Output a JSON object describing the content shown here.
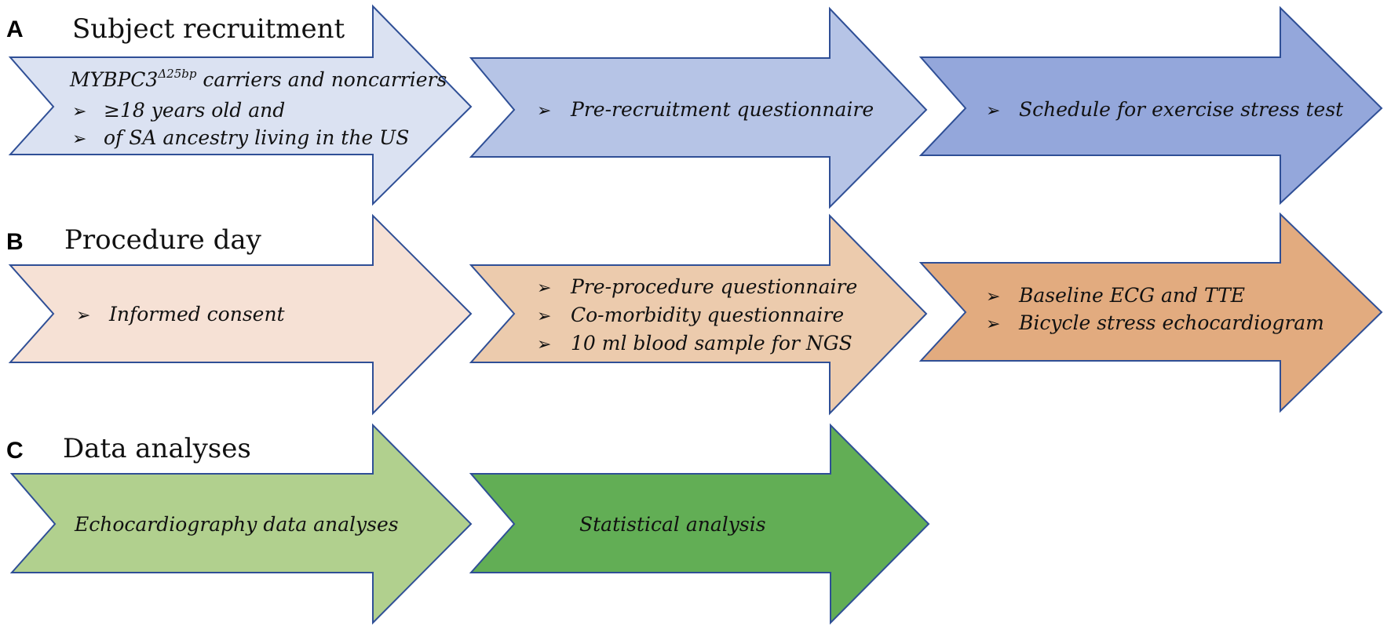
{
  "sections": [
    {
      "letter": "A",
      "title": "Subject recruitment",
      "arrows": [
        {
          "fill": "#dbe2f2",
          "heading": {
            "base": "MYBPC3",
            "sup": "Δ25bp",
            "rest": " carriers and noncarriers"
          },
          "bullets": [
            "≥18 years old and",
            "of SA ancestry living in the US"
          ]
        },
        {
          "fill": "#b6c4e6",
          "bullets": [
            "Pre-recruitment questionnaire"
          ]
        },
        {
          "fill": "#94a7db",
          "bullets": [
            "Schedule for exercise stress test"
          ]
        }
      ]
    },
    {
      "letter": "B",
      "title": "Procedure day",
      "arrows": [
        {
          "fill": "#f6e1d5",
          "bullets": [
            "Informed consent"
          ]
        },
        {
          "fill": "#eccbad",
          "bullets": [
            "Pre-procedure questionnaire",
            "Co-morbidity questionnaire",
            "10 ml blood sample for NGS"
          ]
        },
        {
          "fill": "#e2ab7f",
          "bullets": [
            "Baseline ECG and TTE",
            "Bicycle stress echocardiogram"
          ]
        }
      ]
    },
    {
      "letter": "C",
      "title": "Data analyses",
      "arrows": [
        {
          "fill": "#b1d08e",
          "plain": "Echocardiography data analyses"
        },
        {
          "fill": "#62ae55",
          "plain": "Statistical analysis"
        }
      ]
    }
  ],
  "bullet_glyph": "➢"
}
